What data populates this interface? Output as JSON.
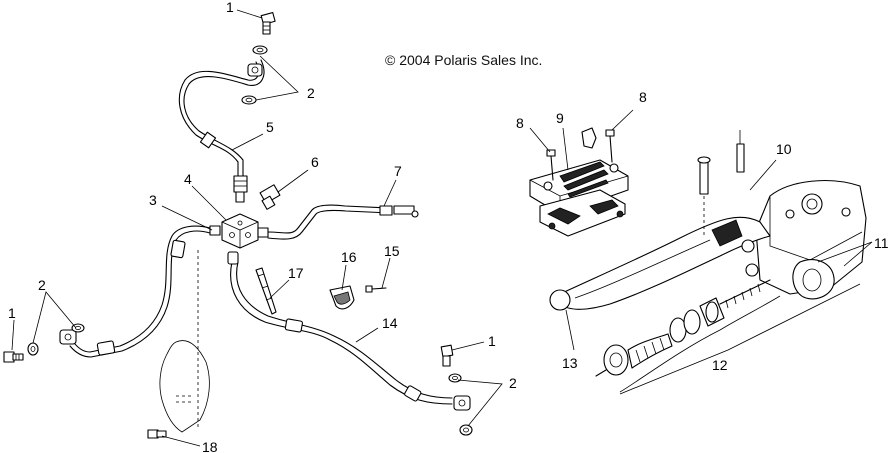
{
  "copyright": "© 2004 Polaris Sales Inc.",
  "callouts": [
    {
      "id": "c1-top",
      "text": "1"
    },
    {
      "id": "c2-top",
      "text": "2"
    },
    {
      "id": "c5",
      "text": "5"
    },
    {
      "id": "c6",
      "text": "6"
    },
    {
      "id": "c4",
      "text": "4"
    },
    {
      "id": "c3",
      "text": "3"
    },
    {
      "id": "c7",
      "text": "7"
    },
    {
      "id": "c2-left",
      "text": "2"
    },
    {
      "id": "c1-left",
      "text": "1"
    },
    {
      "id": "c16",
      "text": "16"
    },
    {
      "id": "c15",
      "text": "15"
    },
    {
      "id": "c17",
      "text": "17"
    },
    {
      "id": "c14",
      "text": "14"
    },
    {
      "id": "c1-right",
      "text": "1"
    },
    {
      "id": "c2-right",
      "text": "2"
    },
    {
      "id": "c18",
      "text": "18"
    },
    {
      "id": "c8-left",
      "text": "8"
    },
    {
      "id": "c9",
      "text": "9"
    },
    {
      "id": "c8-right",
      "text": "8"
    },
    {
      "id": "c10",
      "text": "10"
    },
    {
      "id": "c11",
      "text": "11"
    },
    {
      "id": "c12",
      "text": "12"
    },
    {
      "id": "c13",
      "text": "13"
    }
  ]
}
